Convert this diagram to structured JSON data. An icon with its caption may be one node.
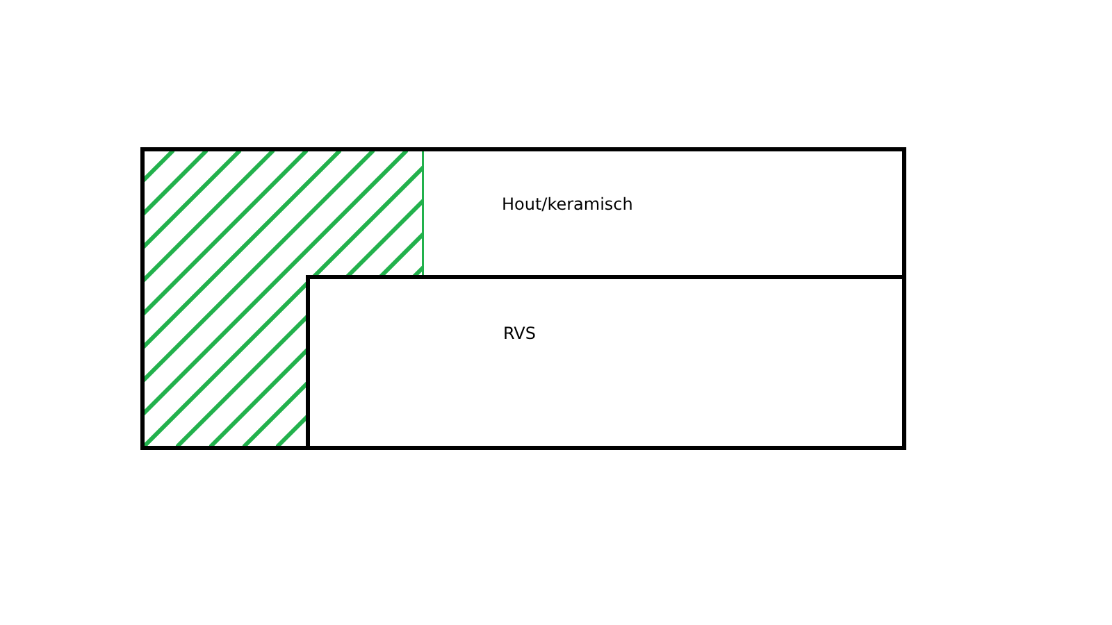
{
  "diagram": {
    "nodes": [
      {
        "text": [
          "Hout/keramisch"
        ]
      },
      {
        "text": [
          "RVS"
        ],
        "in": 0
      }
    ]
  }
}
